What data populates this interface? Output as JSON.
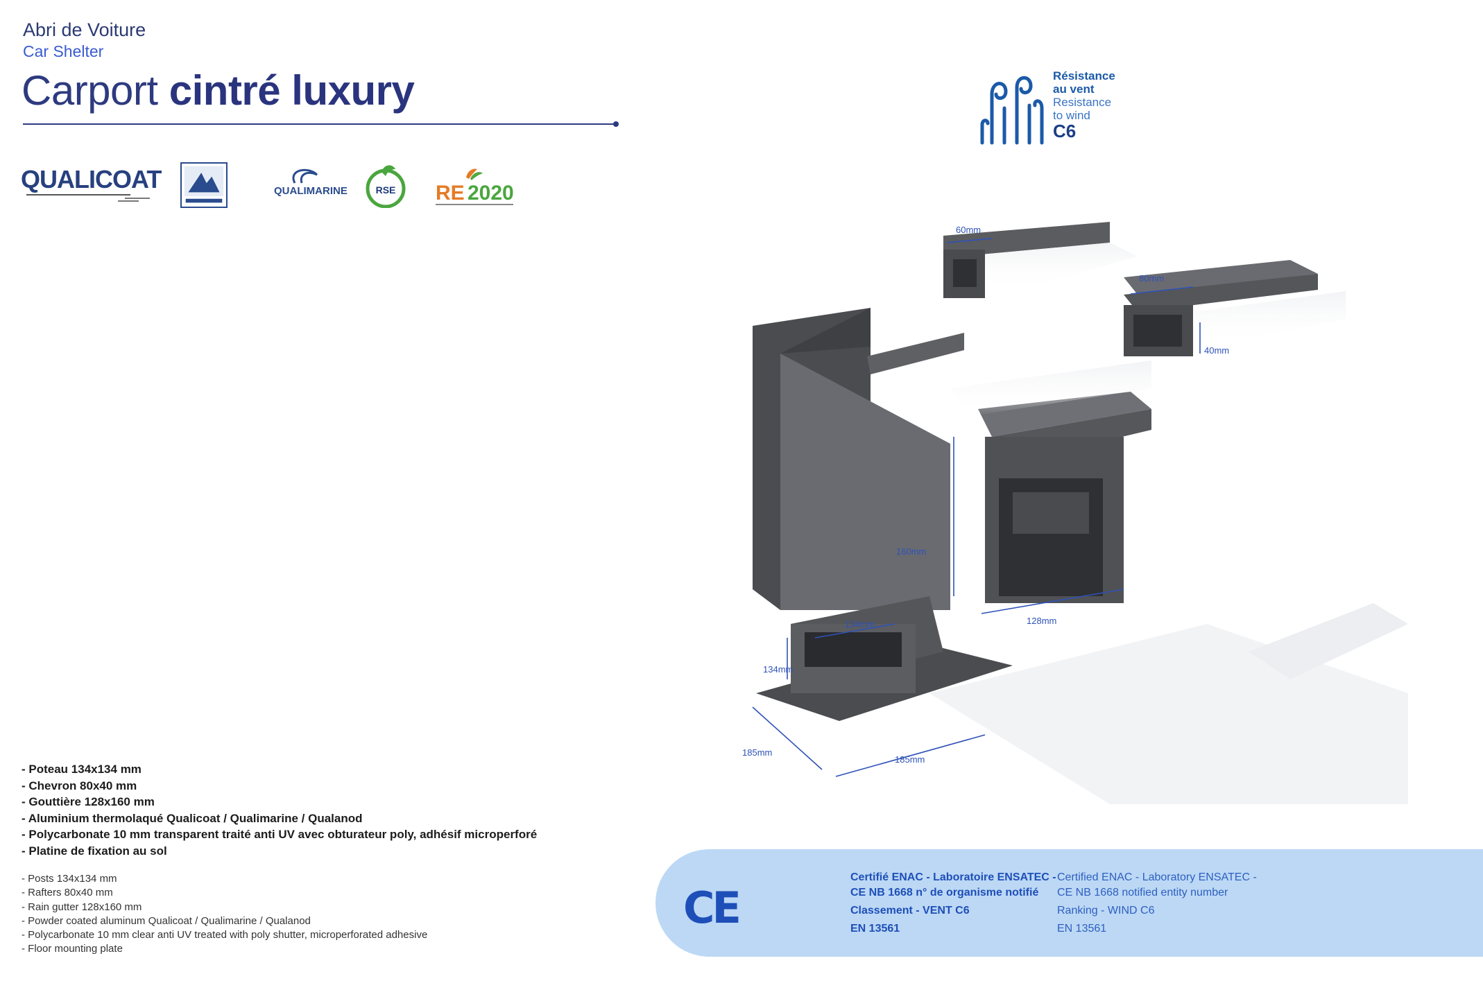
{
  "header": {
    "subtitle_fr": "Abri de Voiture",
    "subtitle_en": "Car Shelter",
    "title_light": "Carport",
    "title_bold": "cintré luxury",
    "accent_color": "#2e3a7f"
  },
  "logos": {
    "qualicoat": "QUALICOAT",
    "qualimarine": "QUALIMARINE",
    "rse": "RSE",
    "re2020": "RE 2020"
  },
  "wind": {
    "line1": "Résistance",
    "line2": "au vent",
    "line3": "Resistance",
    "line4": "to wind",
    "class": "C6",
    "icon": "wind-icon"
  },
  "dimensions": {
    "d60": "60mm",
    "d80": "80mm",
    "d40": "40mm",
    "d160": "160mm",
    "d128": "128mm",
    "d134a": "134mm",
    "d134b": "134mm",
    "d185a": "185mm",
    "d185b": "185mm"
  },
  "specs_fr": [
    "- Poteau 134x134 mm",
    "- Chevron 80x40 mm",
    "- Gouttière 128x160 mm",
    "- Aluminium thermolaqué Qualicoat / Qualimarine / Qualanod",
    "- Polycarbonate 10 mm transparent traité anti UV avec obturateur poly, adhésif microperforé",
    "- Platine de fixation au sol"
  ],
  "specs_en": [
    "- Posts 134x134 mm",
    "- Rafters 80x40 mm",
    "- Rain gutter 128x160 mm",
    "- Powder coated aluminum Qualicoat / Qualimarine / Qualanod",
    "- Polycarbonate 10 mm clear anti UV treated with poly shutter, microperforated adhesive",
    "- Floor mounting plate"
  ],
  "certification": {
    "mark": "CE",
    "fr": [
      "Certifié ENAC - Laboratoire ENSATEC -",
      "CE NB 1668 n° de organisme notifié",
      "Classement - VENT C6",
      "EN 13561"
    ],
    "en": [
      "Certified ENAC - Laboratory ENSATEC -",
      "CE NB 1668 notified entity number",
      "Ranking - WIND C6",
      "EN 13561"
    ],
    "bar_color": "#bcd8f5",
    "text_color": "#1e4fb8"
  }
}
